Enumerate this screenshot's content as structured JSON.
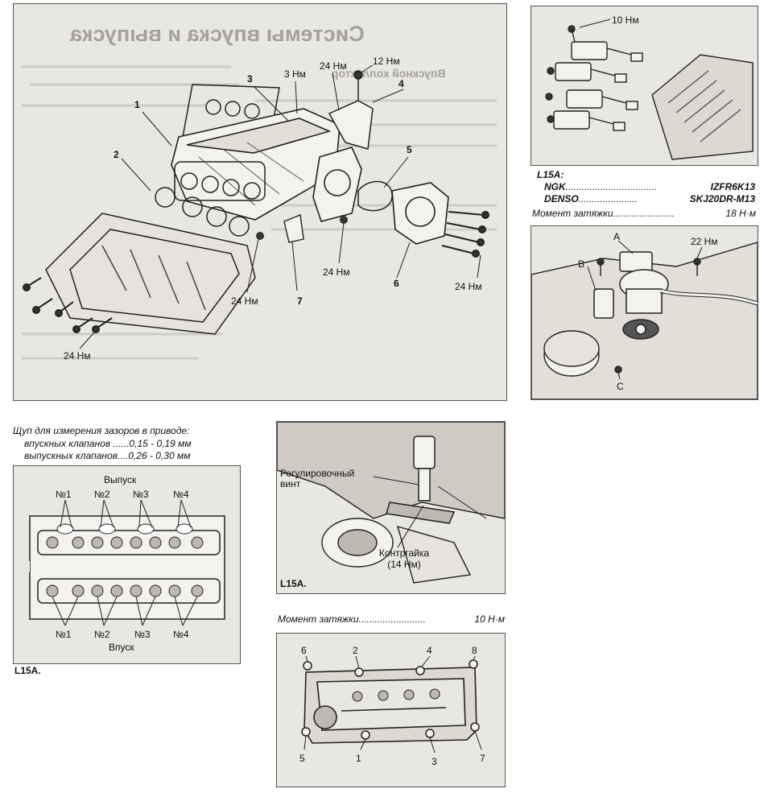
{
  "intake": {
    "header": "Системы впуска и выпуска",
    "subheader": "Впускной коллектор",
    "labels": {
      "n1": "1",
      "n2": "2",
      "n3": "3",
      "n4": "4",
      "n5": "5",
      "n6": "6",
      "n7": "7",
      "t3nm": "3 Нм",
      "t24a": "24 Нм",
      "t12": "12 Нм",
      "t24b": "24 Нм",
      "t24c": "24 Нм",
      "t24d": "24 Нм",
      "t24e": "24 Нм"
    }
  },
  "coils": {
    "torque_label": "10 Нм",
    "model": "L15A:",
    "plug1_brand": "NGK",
    "plug1_dots": "..................................",
    "plug1_code": "IZFR6K13",
    "plug2_brand": "DENSO",
    "plug2_dots": "......................",
    "plug2_code": "SKJ20DR-M13",
    "torque_caption": "Момент затяжки",
    "torque_dots": ".......................",
    "torque_value": "18 Н·м"
  },
  "egr": {
    "label_a": "A",
    "label_b": "B",
    "label_c": "C",
    "torque_label": "22 Нм"
  },
  "valves": {
    "caption_title": "Щуп для измерения зазоров в приводе:",
    "intake_caption": "впускных клапанов ......0,15 - 0,19 мм",
    "exhaust_caption": "выпускных клапанов....0,26 - 0,30 мм",
    "exhaust_label": "Выпуск",
    "intake_label": "Впуск",
    "top_numbers": [
      "№1",
      "№2",
      "№3",
      "№4"
    ],
    "bottom_numbers": [
      "№1",
      "№2",
      "№3",
      "№4"
    ],
    "model": "L15A."
  },
  "adjust": {
    "screw_label_line1": "Регулировочный",
    "screw_label_line2": "винт",
    "nut_label": "Контргайка",
    "nut_torque": "(14 Нм)",
    "model": "L15A."
  },
  "cover": {
    "torque_caption": "Момент затяжки",
    "torque_dots": ".........................",
    "torque_value": "10 Н·м",
    "top_numbers": [
      "6",
      "2",
      "4",
      "8"
    ],
    "bottom_numbers": [
      "5",
      "1",
      "3",
      "7"
    ]
  }
}
